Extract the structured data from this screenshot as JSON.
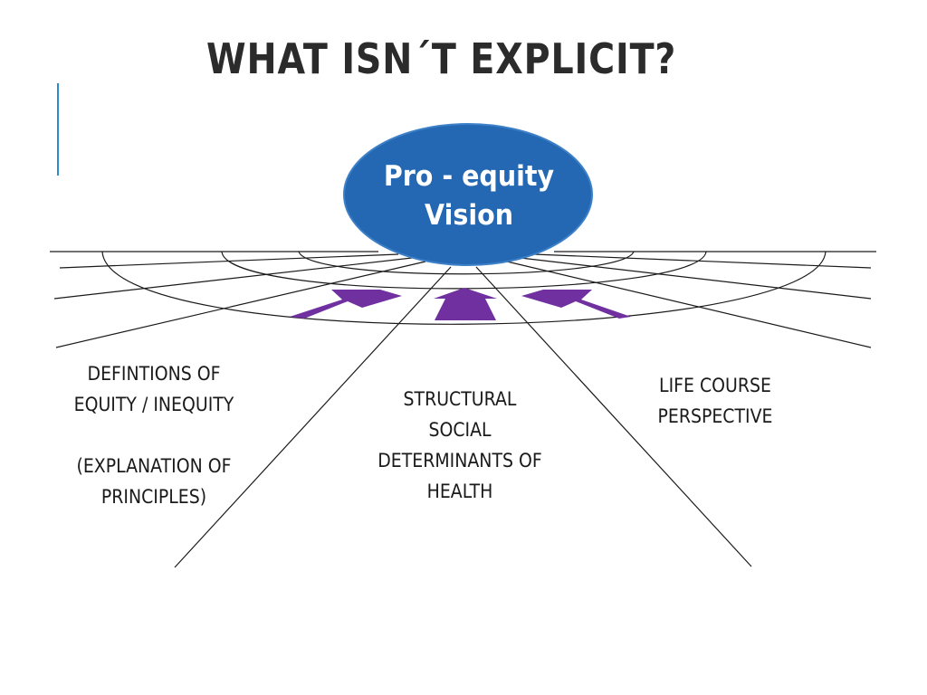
{
  "slide": {
    "title": "WHAT ISN´T EXPLICIT?"
  },
  "diagram": {
    "center_label_line1": "Pro - equity",
    "center_label_line2": "Vision",
    "left_label_line1": "DEFINTIONS OF",
    "left_label_line2": "EQUITY / INEQUITY",
    "left_label_line3": "(EXPLANATION OF",
    "left_label_line4": "PRINCIPLES)",
    "middle_label_line1": "STRUCTURAL",
    "middle_label_line2": "SOCIAL",
    "middle_label_line3": "DETERMINANTS OF",
    "middle_label_line4": "HEALTH",
    "right_label_line1": "LIFE COURSE",
    "right_label_line2": "PERSPECTIVE"
  },
  "colors": {
    "ellipse_fill": "#2467b3",
    "ellipse_stroke": "#3d80c7",
    "arrow_fill": "#7030a0",
    "line_stroke": "#1a1a1a",
    "title_text": "#2b2b2b",
    "accent_bar": "#2e8bc9"
  }
}
